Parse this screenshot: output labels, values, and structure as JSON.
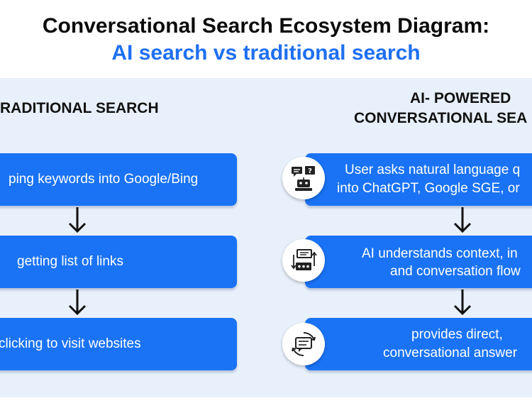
{
  "title": {
    "line1": "Conversational Search Ecosystem Diagram:",
    "line2": "AI search vs traditional search"
  },
  "left": {
    "heading": "RADITIONAL SEARCH",
    "steps": [
      "ping keywords into Google/Bing",
      "getting list of links",
      "clicking to visit websites"
    ]
  },
  "right": {
    "heading_line1": "AI- POWERED",
    "heading_line2": "CONVERSATIONAL SEA",
    "steps": [
      {
        "line1": "User asks natural language q",
        "line2": "into ChatGPT, Google SGE, or",
        "icon": "chatbot-question-icon"
      },
      {
        "line1": "AI understands context, in",
        "line2": "and conversation flow",
        "icon": "conversation-cycle-icon"
      },
      {
        "line1": "provides direct,",
        "line2": "conversational answer",
        "icon": "chat-answer-icon"
      }
    ]
  },
  "colors": {
    "accent": "#1f6ff2",
    "box": "#1a73f5",
    "panel": "#e8f0fb",
    "title": "#0b0b0b"
  }
}
